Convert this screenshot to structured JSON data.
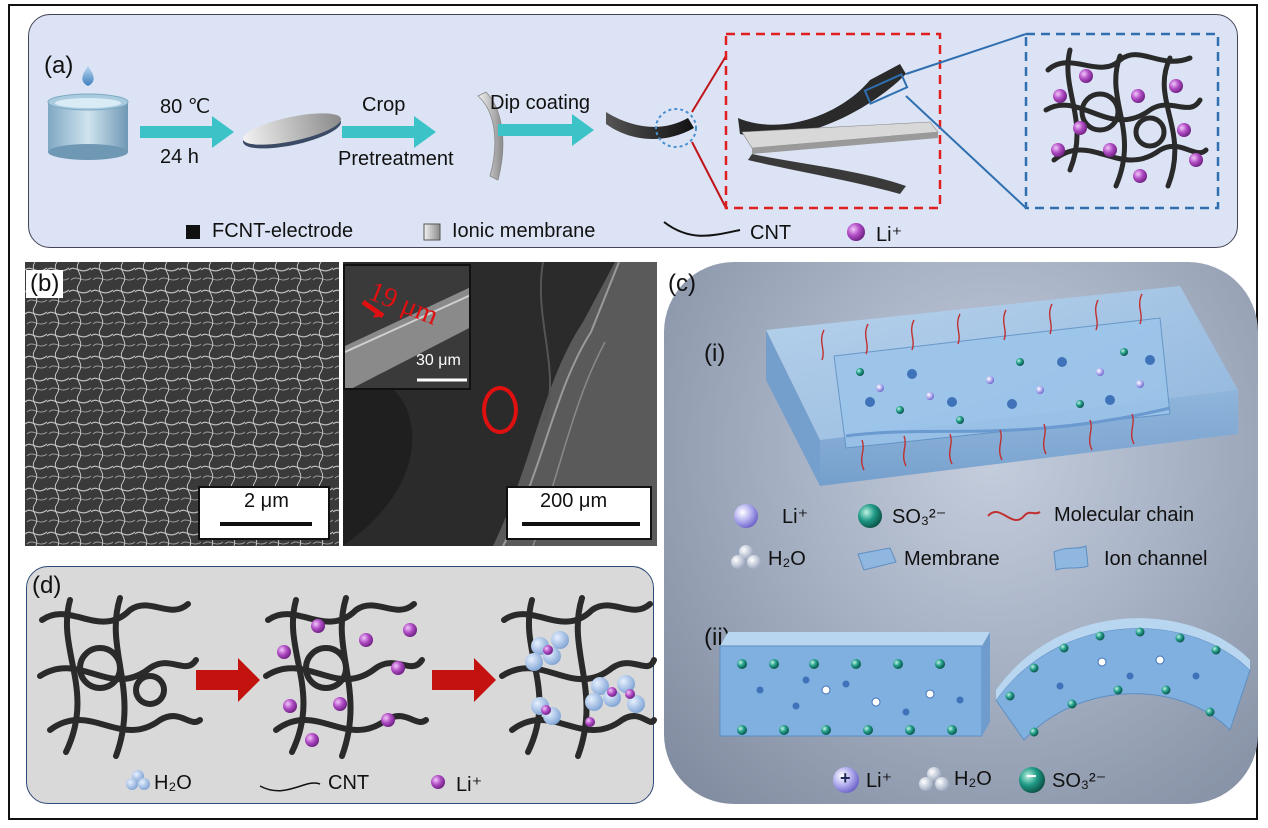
{
  "panel_a": {
    "label": "(a)",
    "step1_top": "80 ℃",
    "step1_bottom": "24 h",
    "step2_top": "Crop",
    "step2_bottom": "Pretreatment",
    "step3_top": "Dip coating",
    "legend": {
      "electrode": "FCNT-electrode",
      "membrane": "Ionic membrane",
      "cnt": "CNT",
      "li": "Li⁺"
    }
  },
  "panel_b": {
    "label": "(b)",
    "scale_left": "2 μm",
    "scale_right": "200 μm",
    "inset_scale": "30 μm",
    "thickness": "19 μm"
  },
  "panel_c": {
    "label": "(c)",
    "sub_i": "(i)",
    "sub_ii": "(ii)",
    "legend1": {
      "li": "Li⁺",
      "so3": "SO₃²⁻",
      "chain": "Molecular chain",
      "h2o": "H₂O",
      "membrane": "Membrane",
      "channel": "Ion channel"
    },
    "legend2": {
      "li": "Li⁺",
      "h2o": "H₂O",
      "so3": "SO₃²⁻",
      "plus": "+",
      "minus": "−"
    }
  },
  "panel_d": {
    "label": "(d)",
    "legend": {
      "h2o": "H₂O",
      "cnt": "CNT",
      "li": "Li⁺"
    }
  },
  "colors": {
    "panel_a_bg": "#dbe3f4",
    "panel_c_bg": "#9aa6bb",
    "panel_d_bg": "#d9d9d9",
    "arrow_cyan": "#3cc3c8",
    "arrow_red": "#c4130f",
    "red_dash": "#e02020",
    "blue_dash": "#2f6fb0",
    "li_purple": "#b04cc4",
    "so3_green": "#1f9a86",
    "membrane_blue": "#8fb7e0"
  }
}
